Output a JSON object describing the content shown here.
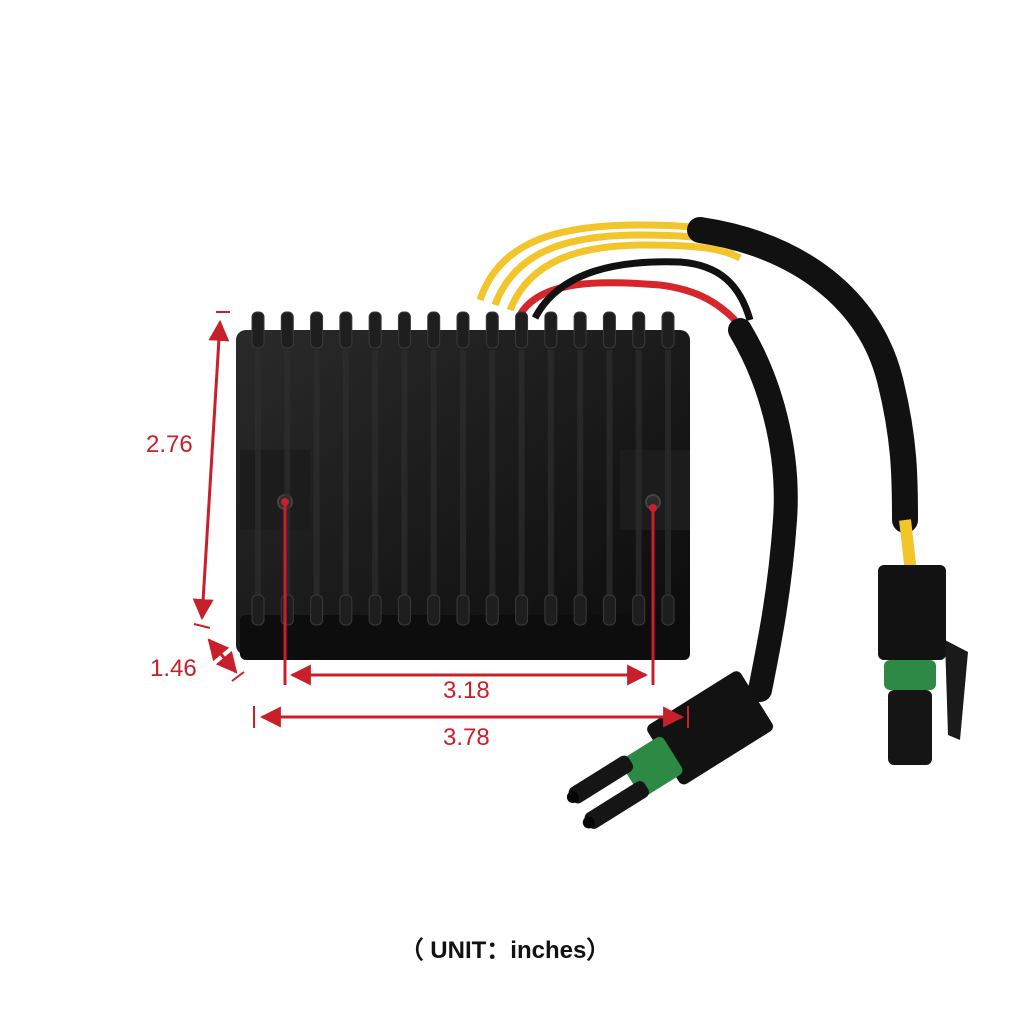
{
  "dimensions": {
    "height": "2.76",
    "depth": "1.46",
    "hole_spacing": "3.18",
    "width": "3.78"
  },
  "caption": "（ UNIT：inches）",
  "colors": {
    "dimension_line": "#c8202a",
    "body": "#141414",
    "wire_yellow": "#f2c62b",
    "wire_red": "#d6262b",
    "wire_black": "#111111",
    "seal_green": "#2c8a45"
  },
  "objects": [
    "voltage-regulator-body",
    "heatsink-fins",
    "wire-harness",
    "connector-plug"
  ]
}
